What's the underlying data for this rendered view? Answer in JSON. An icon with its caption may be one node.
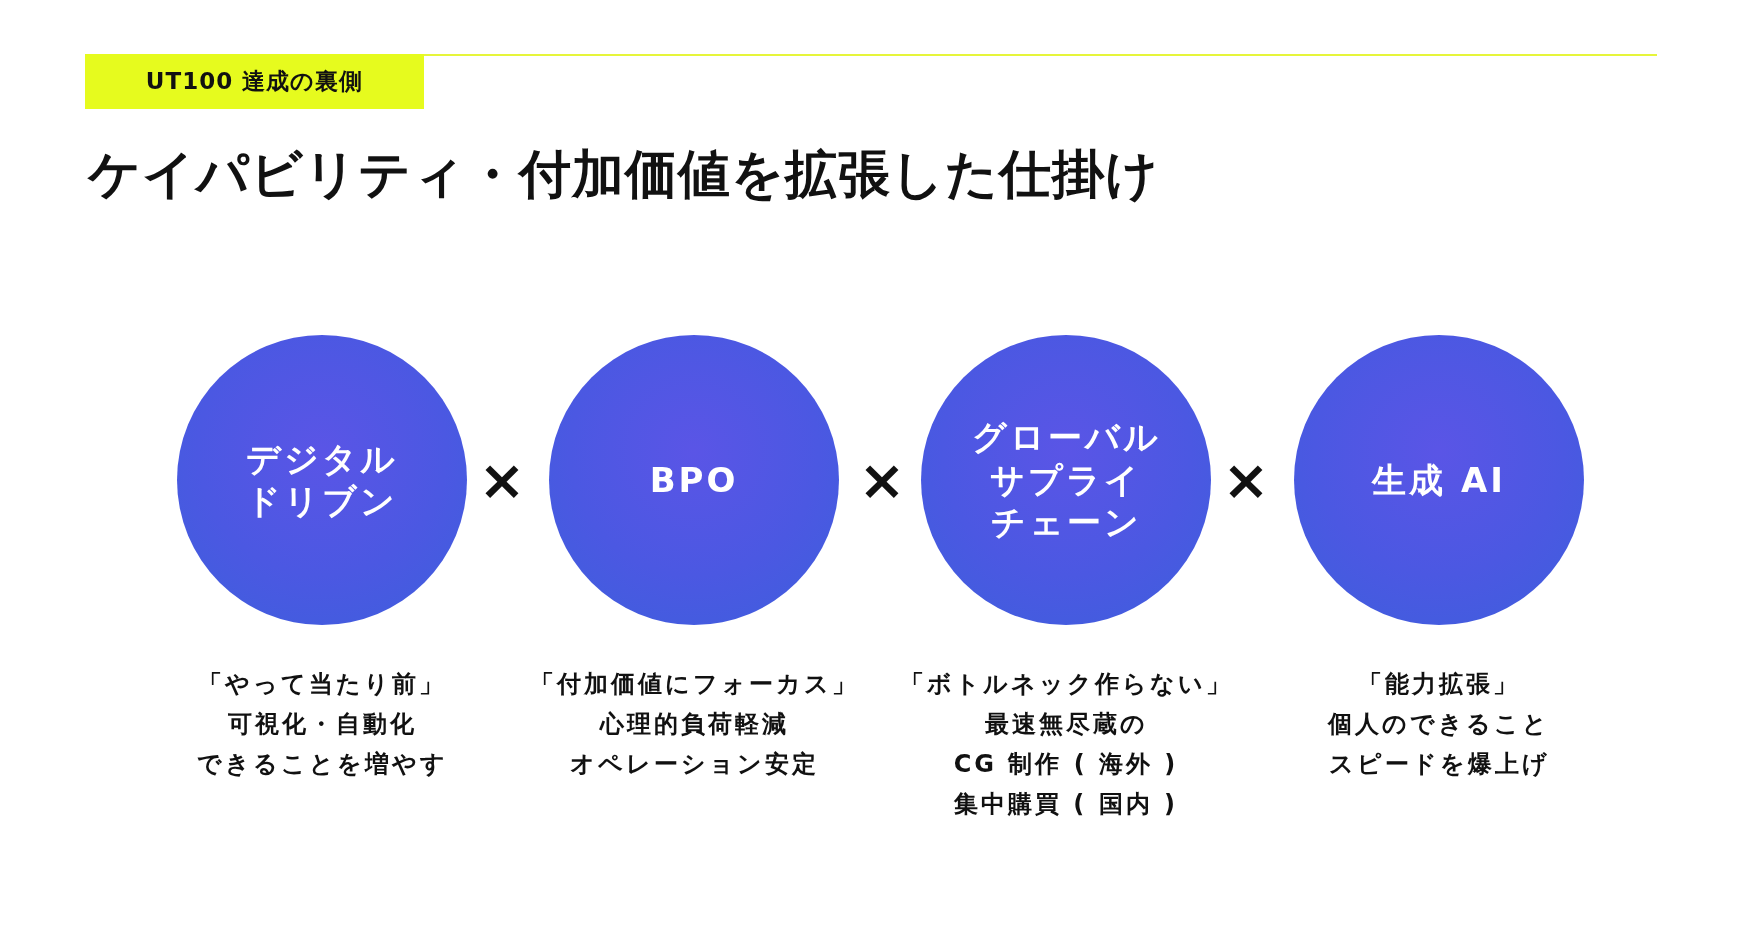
{
  "diagram": {
    "title": "ケイパビリティ・付加価値を拡張した仕掛け",
    "nodes": [
      {
        "text": [
          "デジタルドリブン"
        ],
        "beside": [
          "「やって当たり前」",
          "可視化・自動化",
          "できることを増やす"
        ]
      },
      {
        "text": [
          "BPO"
        ],
        "beside": [
          "「付加価値にフォーカス」",
          "心理的負荷軽減",
          "オペレーション安定"
        ]
      },
      {
        "text": [
          "グローバルサプライチェーン"
        ],
        "beside": [
          "「ボトルネック作らない」",
          "最速無尽蔵の",
          "CG 制作 ( 海外 )",
          "集中購買 ( 国内 )"
        ]
      },
      {
        "text": [
          "生成 AI"
        ],
        "beside": [
          "「能力拡張」",
          "個人のできること",
          "スピードを爆上げ"
        ]
      }
    ],
    "edges": [],
    "labels": [
      "UT100 達成の裏側",
      "×",
      "×",
      "×"
    ]
  }
}
